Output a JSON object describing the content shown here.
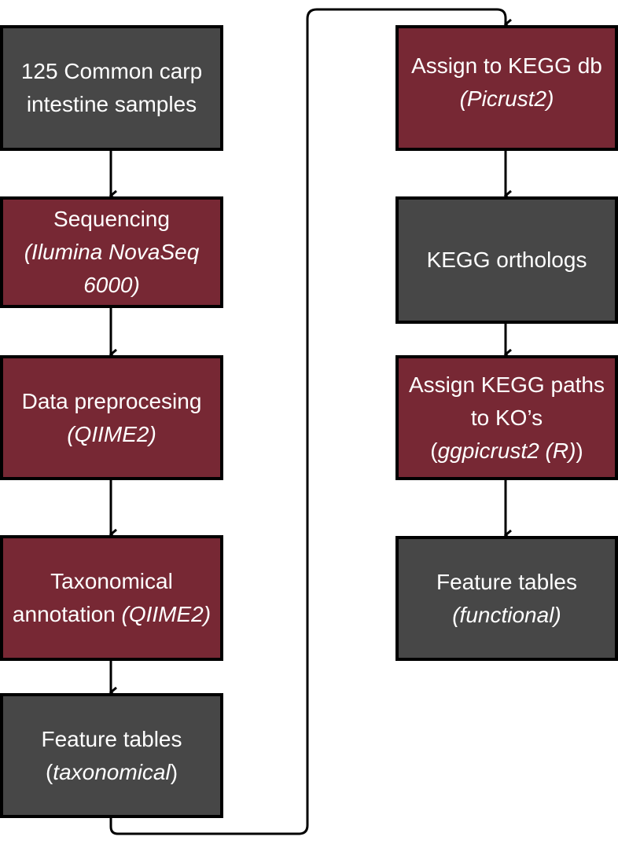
{
  "colors": {
    "process_fill": "#772834",
    "data_fill": "#474747",
    "text": "#ffffff",
    "border": "#000000",
    "connector": "#000000"
  },
  "flow": {
    "left_column": [
      {
        "type": "data",
        "line1": "125 Common carp",
        "line2": "intestine samples",
        "tool": ""
      },
      {
        "type": "process",
        "line1": "Sequencing",
        "line2": "",
        "tool": "(Ilumina NovaSeq 6000)"
      },
      {
        "type": "process",
        "line1": "Data preprocesing",
        "line2": "",
        "tool": "(QIIME2)"
      },
      {
        "type": "process",
        "line1": "Taxonomical",
        "line2": "annotation ",
        "tool": "(QIIME2)"
      },
      {
        "type": "data",
        "line1": "Feature tables",
        "line2": "",
        "tool_prefix": "(",
        "tool": "taxonomical",
        "tool_suffix": ")"
      }
    ],
    "right_column": [
      {
        "type": "process",
        "line1": "Assign to KEGG db",
        "line2": "",
        "tool": "(Picrust2)"
      },
      {
        "type": "data",
        "line1": "KEGG orthologs",
        "line2": "",
        "tool": ""
      },
      {
        "type": "process",
        "line1": "Assign KEGG paths",
        "line2": "to KO’s",
        "tool_prefix": "(",
        "tool": "ggpicrust2 (R)",
        "tool_suffix": ")"
      },
      {
        "type": "data",
        "line1": "Feature tables",
        "line2": "",
        "tool": "(functional)"
      }
    ],
    "edges": [
      "125 Common carp intestine samples -> Sequencing",
      "Sequencing -> Data preprocesing",
      "Data preprocesing -> Taxonomical annotation",
      "Taxonomical annotation -> Feature tables (taxonomical)",
      "Feature tables (taxonomical) -> Assign to KEGG db",
      "Assign to KEGG db -> KEGG orthologs",
      "KEGG orthologs -> Assign KEGG paths to KO's",
      "Assign KEGG paths to KO's -> Feature tables (functional)"
    ]
  }
}
